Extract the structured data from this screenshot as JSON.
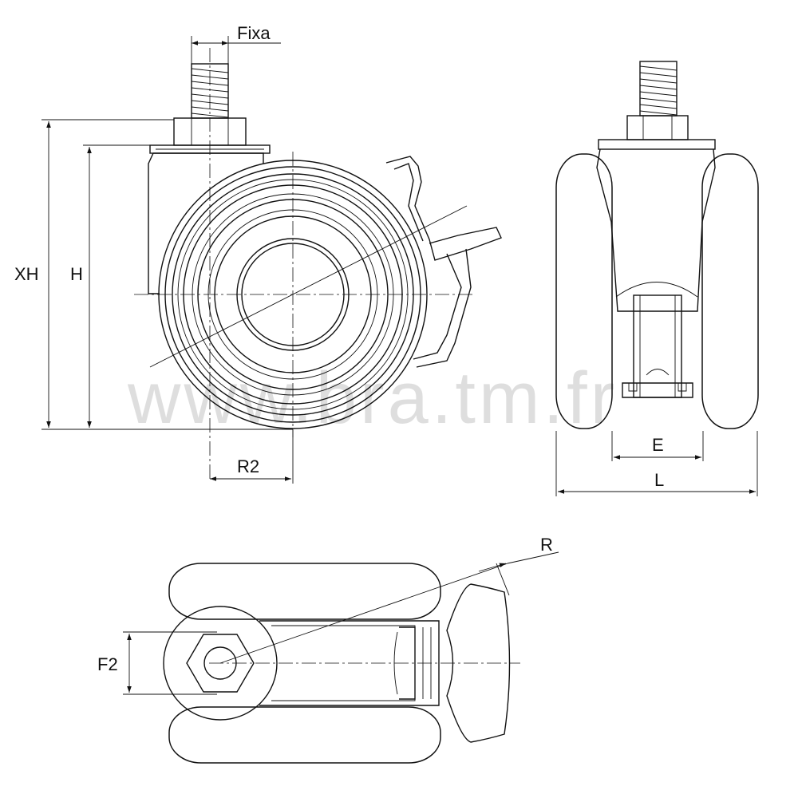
{
  "watermark": "www.bra.tm.fr",
  "dimensions": {
    "fixa": "Fixa",
    "xh": "XH",
    "h": "H",
    "r2": "R2",
    "e": "E",
    "l": "L",
    "r": "R",
    "f2": "F2"
  },
  "views": [
    "side-view",
    "front-view",
    "top-view"
  ]
}
